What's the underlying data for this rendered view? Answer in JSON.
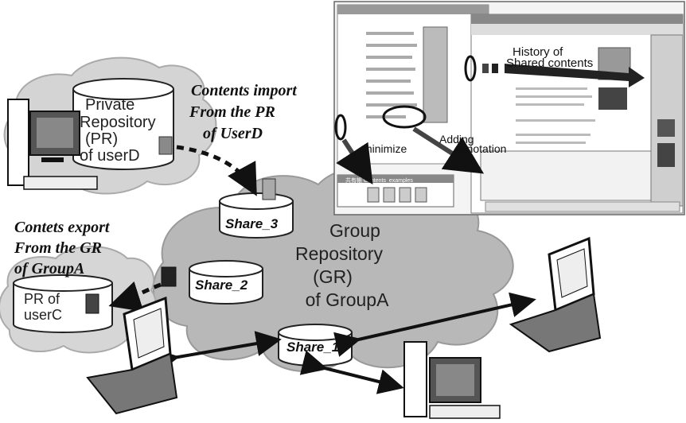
{
  "group_repository": {
    "title_lines": [
      "Group",
      "Repository",
      "(GR)",
      "of GroupA"
    ]
  },
  "private_repo_d": {
    "label_lines": [
      "Private",
      "Repository",
      "(PR)",
      "of userD"
    ]
  },
  "private_repo_c": {
    "label_lines": [
      "PR of",
      "userC"
    ]
  },
  "shares": [
    "Share_3",
    "Share_2",
    "Share_1"
  ],
  "annotations": {
    "import_lines": [
      "Contents import",
      "From the PR",
      "of UserD"
    ],
    "export_lines": [
      "Contets export",
      "From the GR",
      "of GroupA"
    ]
  },
  "screenshot": {
    "history_lines": [
      "History of",
      "Shared contents"
    ],
    "minimize_label": "minimize",
    "adding_annotation_lines": [
      "Adding",
      "annotation"
    ],
    "small_window_title": "共有帳 Contents_examples"
  }
}
